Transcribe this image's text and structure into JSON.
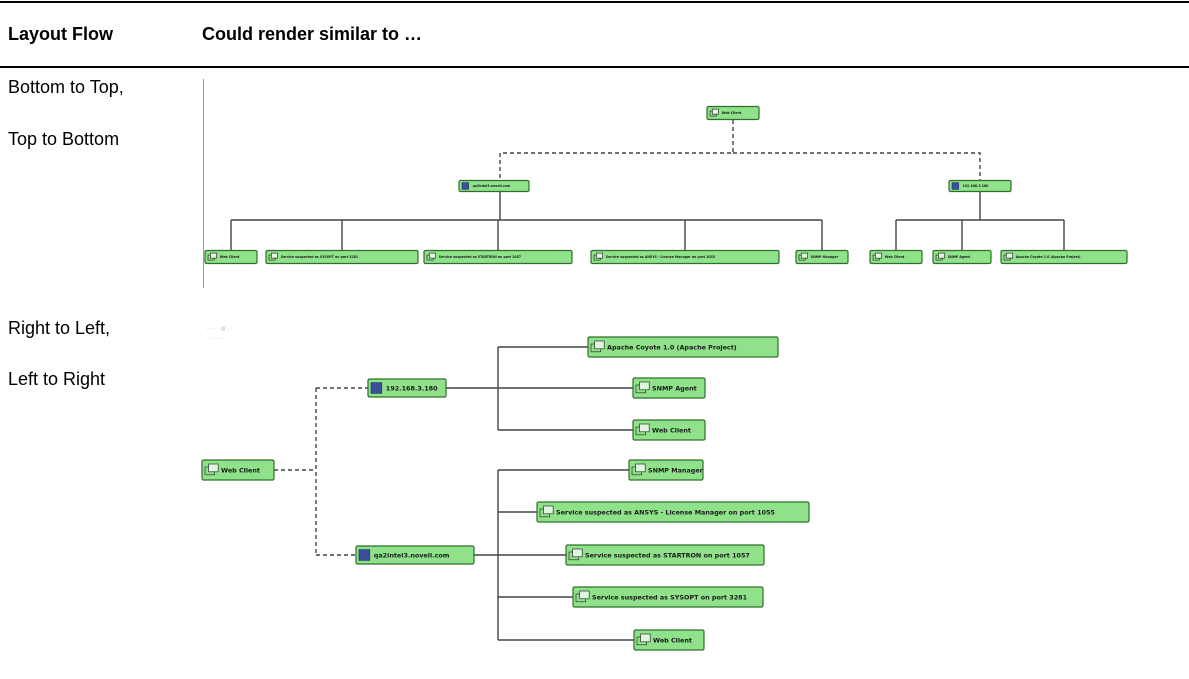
{
  "table": {
    "header": {
      "col1": "Layout Flow",
      "col2": "Could render similar to …"
    },
    "rows": [
      {
        "labels": [
          "Bottom to Top,",
          "Top to Bottom"
        ]
      },
      {
        "labels": [
          "Right to Left,",
          "Left to Right"
        ]
      }
    ]
  },
  "vertical_diagram": {
    "root": "Web Client",
    "hosts": [
      {
        "label": "qa2intel3.novell.com",
        "children": [
          "Web Client",
          "Service suspected as SYSOPT on port 3281",
          "Service suspected as STARTRON on port 1057",
          "Service suspected as ANSYS - License Manager on port 1055",
          "SNMP Manager"
        ]
      },
      {
        "label": "192.168.3.180",
        "children": [
          "Web Client",
          "SNMP Agent",
          "Apache Coyote 1.0 (Apache Project)"
        ]
      }
    ]
  },
  "horizontal_diagram": {
    "root": "Web Client",
    "hosts": [
      {
        "label": "192.168.3.180",
        "children": [
          "Apache Coyote 1.0 (Apache Project)",
          "SNMP Agent",
          "Web Client"
        ]
      },
      {
        "label": "qa2intel3.novell.com",
        "children": [
          "SNMP Manager",
          "Service suspected as ANSYS - License Manager on port 1055",
          "Service suspected as STARTRON on port 1057",
          "Service suspected as SYSOPT on port 3281",
          "Web Client"
        ]
      }
    ]
  },
  "colors": {
    "node_fill": "#8fe28a",
    "node_border": "#2f6f2b",
    "host_icon": "#3b4f9a"
  }
}
